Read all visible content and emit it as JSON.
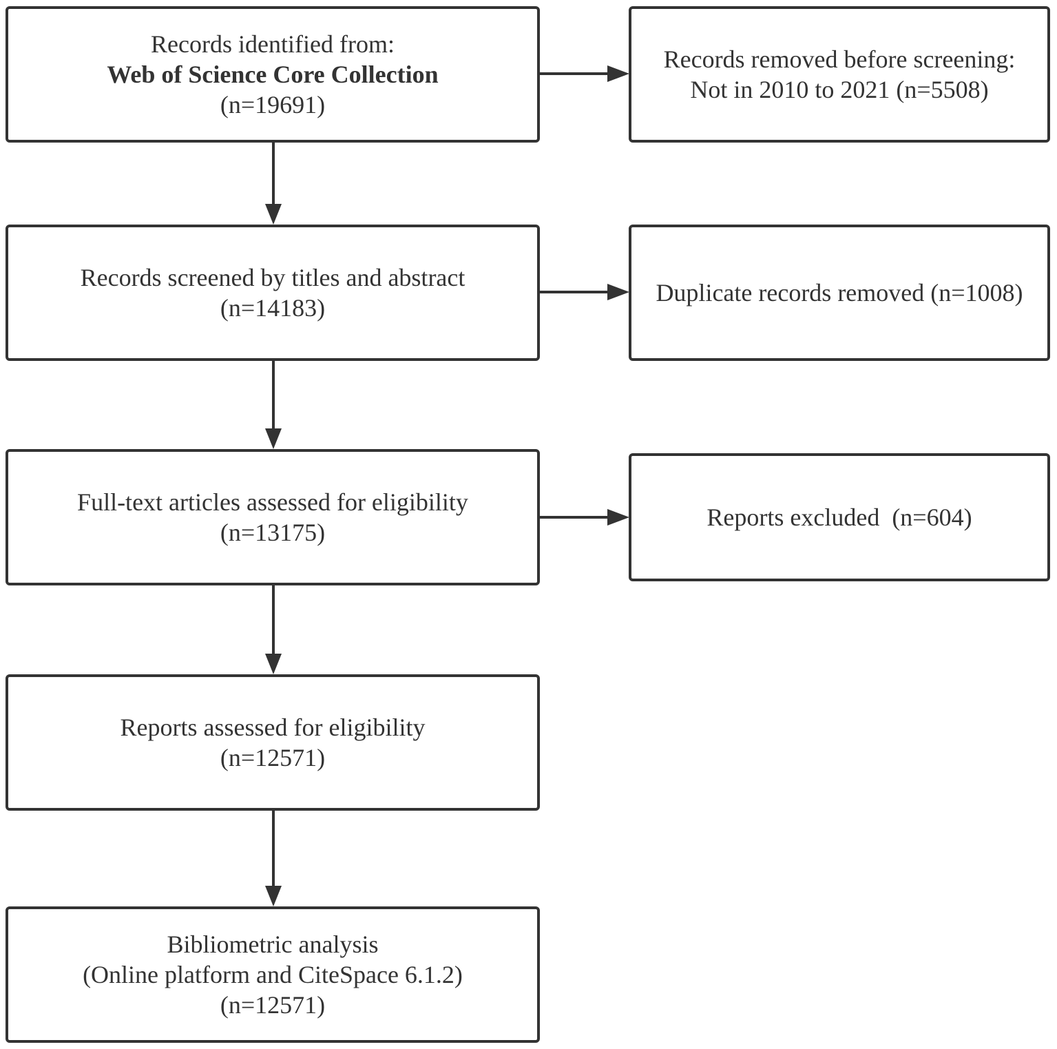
{
  "nodes": {
    "identified": {
      "line1": "Records identified from:",
      "line2": "Web of Science Core Collection",
      "line3": "(n=19691)"
    },
    "removed_before_screening": {
      "line1": "Records removed before screening:",
      "line2": "Not in 2010 to 2021 (n=5508)"
    },
    "screened": {
      "line1": "Records screened by titles and abstract",
      "line2": "(n=14183)"
    },
    "duplicates_removed": {
      "line1": "Duplicate records removed (n=1008)"
    },
    "fulltext_assessed": {
      "line1": "Full-text articles assessed for eligibility",
      "line2": "(n=13175)"
    },
    "reports_excluded": {
      "line1": "Reports excluded  (n=604)"
    },
    "reports_assessed": {
      "line1": "Reports assessed for eligibility",
      "line2": "(n=12571)"
    },
    "bibliometric": {
      "line1": "Bibliometric analysis",
      "line2": "(Online platform and CiteSpace 6.1.2)",
      "line3": "(n=12571)"
    }
  },
  "edges": [
    {
      "from": "identified",
      "to": "screened"
    },
    {
      "from": "identified",
      "to": "removed_before_screening"
    },
    {
      "from": "screened",
      "to": "fulltext_assessed"
    },
    {
      "from": "screened",
      "to": "duplicates_removed"
    },
    {
      "from": "fulltext_assessed",
      "to": "reports_assessed"
    },
    {
      "from": "fulltext_assessed",
      "to": "reports_excluded"
    },
    {
      "from": "reports_assessed",
      "to": "bibliometric"
    }
  ],
  "colors": {
    "stroke": "#333333",
    "text": "#333333",
    "background": "#ffffff"
  }
}
